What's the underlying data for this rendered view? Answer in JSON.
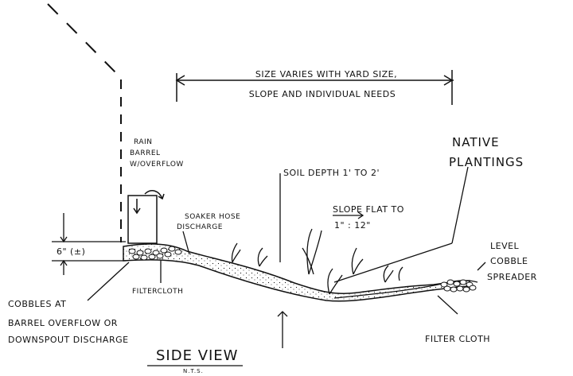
{
  "labels": {
    "size_varies_line1": "SIZE VARIES WITH YARD SIZE,",
    "size_varies_line2": "SLOPE AND INDIVIDUAL NEEDS",
    "rain_barrel": [
      "RAIN",
      "BARREL",
      "W/OVERFLOW"
    ],
    "native_plantings": [
      "NATIVE",
      "PLANTINGS"
    ],
    "soil_depth": "SOIL DEPTH 1' TO 2'",
    "soaker_hose": [
      "SOAKER HOSE",
      "DISCHARGE"
    ],
    "slope_line1": "SLOPE FLAT TO",
    "slope_line2": "1\" : 12\"",
    "dimension_6in": "6\" (±)",
    "filtercloth_left": "FILTERCLOTH",
    "cobbles_note": [
      "COBBLES AT",
      "BARREL OVERFLOW OR",
      "DOWNSPOUT DISCHARGE"
    ],
    "level_cobble_spreader": [
      "LEVEL",
      "COBBLE",
      "SPREADER"
    ],
    "filter_cloth_right": "FILTER CLOTH",
    "title": "SIDE VIEW",
    "subtitle": "N.T.S."
  },
  "colors": {
    "ink": "#111111",
    "paper": "#ffffff"
  }
}
